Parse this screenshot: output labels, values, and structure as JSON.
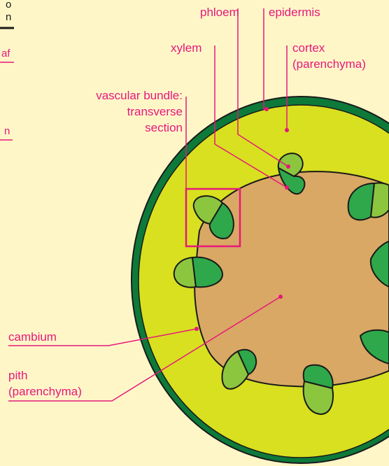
{
  "labels": {
    "phloem": "phloem",
    "epidermis": "epidermis",
    "xylem": "xylem",
    "cortex_line1": "cortex",
    "cortex_line2": "(parenchyma)",
    "vb_line1": "vascular bundle:",
    "vb_line2": "transverse",
    "vb_line3": "section",
    "cambium": "cambium",
    "pith_line1": "pith",
    "pith_line2": "(parenchyma)"
  },
  "fragments": {
    "top": "o",
    "top2": "n",
    "mid1": "af",
    "mid2": "n"
  },
  "colors": {
    "background": "#fff6c8",
    "label": "#e6187a",
    "epidermis": "#0d7a3a",
    "cortex": "#d8e020",
    "pith": "#d9a864",
    "xylem": "#2ea84a",
    "phloem": "#8cc63f",
    "outline": "#1a1a1a"
  }
}
